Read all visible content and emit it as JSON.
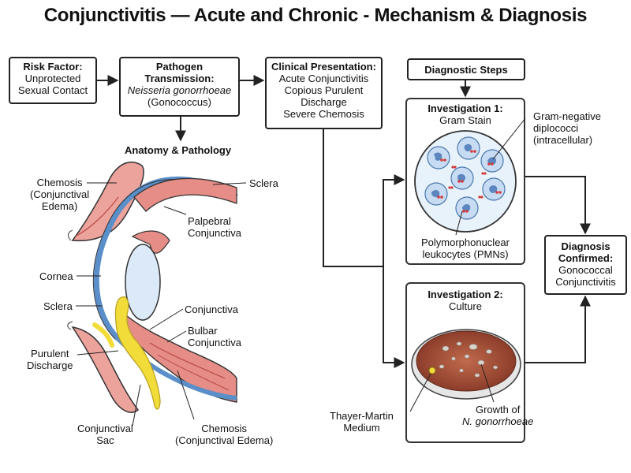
{
  "title": "Conjunctivitis — Acute and Chronic - Mechanism & Diagnosis",
  "risk_factor": {
    "heading": "Risk Factor:",
    "lines": [
      "Unprotected",
      "Sexual Contact"
    ]
  },
  "pathogen": {
    "heading": "Pathogen Transmission:",
    "organism": "Neisseria gonorrhoeae",
    "common": "(Gonococcus)"
  },
  "clinical": {
    "heading": "Clinical Presentation:",
    "lines": [
      "Acute Conjunctivitis",
      "Copious Purulent",
      "Discharge",
      "Severe Chemosis"
    ]
  },
  "diagnostic_steps": "Diagnostic Steps",
  "anatomy_heading": "Anatomy & Pathology",
  "anatomy_labels": {
    "chemosis_top": [
      "Chemosis",
      "(Conjunctival",
      "Edema)"
    ],
    "sclera_top": "Sclera",
    "palpebral": [
      "Palpebral",
      "Conjunctiva"
    ],
    "cornea": "Cornea",
    "sclera_mid": "Sclera",
    "conjunctiva": "Conjunctiva",
    "bulbar": [
      "Bulbar",
      "Conjunctiva"
    ],
    "purulent": [
      "Purulent",
      "Discharge"
    ],
    "sac": [
      "Conjunctival",
      "Sac"
    ],
    "chemosis_bottom": [
      "Chemosis",
      "(Conjunctival Edema)"
    ]
  },
  "investigation1": {
    "heading": "Investigation 1:",
    "sub": "Gram Stain",
    "callout": [
      "Gram-negative",
      "diplococci",
      "(intracellular)"
    ],
    "pmn": [
      "Polymorphonuclear",
      "leukocytes (PMNs)"
    ]
  },
  "investigation2": {
    "heading": "Investigation 2:",
    "sub": "Culture",
    "medium": [
      "Thayer-Martin",
      "Medium"
    ],
    "growth": "Growth of",
    "growth_organism": "N. gonorrhoeae"
  },
  "diagnosis": {
    "heading": [
      "Diagnosis",
      "Confirmed:"
    ],
    "lines": [
      "Gonococcal",
      "Conjunctivitis"
    ]
  },
  "colors": {
    "tissue": "#e58d86",
    "tissue_dark": "#b84b45",
    "sclera": "#5b8fc9",
    "lens": "#dbe9f8",
    "pus": "#f2dc3a",
    "dish": "#a14d36",
    "plate_bg": "#e8f2fb"
  }
}
